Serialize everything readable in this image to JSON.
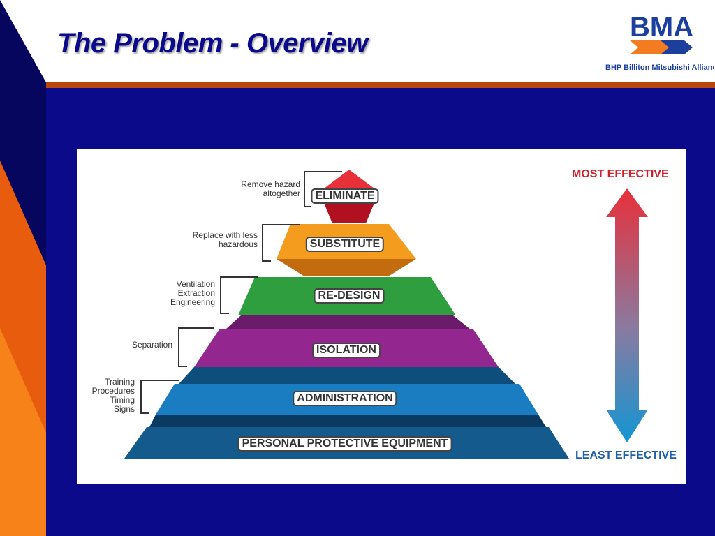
{
  "slide": {
    "title": "The Problem - Overview",
    "colors": {
      "background": "#0a0a8a",
      "header": "#ffffff",
      "accent_rule": "#b8470e",
      "title": "#0a0a8a"
    }
  },
  "logo": {
    "text": "BMA",
    "tagline": "BHP Billiton Mitsubishi Alliance",
    "colors": {
      "text": "#1c3f9e",
      "arrow": "#f47c20"
    }
  },
  "diagram": {
    "most_effective": "MOST EFFECTIVE",
    "least_effective": "LEAST EFFECTIVE",
    "colors": {
      "most": "#d41e2a",
      "least": "#1f5fa8"
    },
    "tiers": [
      {
        "id": "eliminate",
        "label": "ELIMINATE",
        "note": [
          "Remove hazard",
          "altogether"
        ],
        "color": "#c8102e"
      },
      {
        "id": "substitute",
        "label": "SUBSTITUTE",
        "note": [
          "Replace with less",
          "hazardous"
        ],
        "color": "#f39c1e"
      },
      {
        "id": "redesign",
        "label": "RE-DESIGN",
        "note": [
          "Ventilation",
          "Extraction",
          "Engineering"
        ],
        "color": "#2f9e3e"
      },
      {
        "id": "isolation",
        "label": "ISOLATION",
        "note": [
          "Separation"
        ],
        "color": "#93278f"
      },
      {
        "id": "administration",
        "label": "ADMINISTRATION",
        "note": [
          "Training",
          "Procedures",
          "Timing",
          "Signs"
        ],
        "color": "#1a7cc1"
      },
      {
        "id": "ppe",
        "label": "PERSONAL PROTECTIVE EQUIPMENT",
        "note": [],
        "color": "#145a8c"
      }
    ]
  }
}
